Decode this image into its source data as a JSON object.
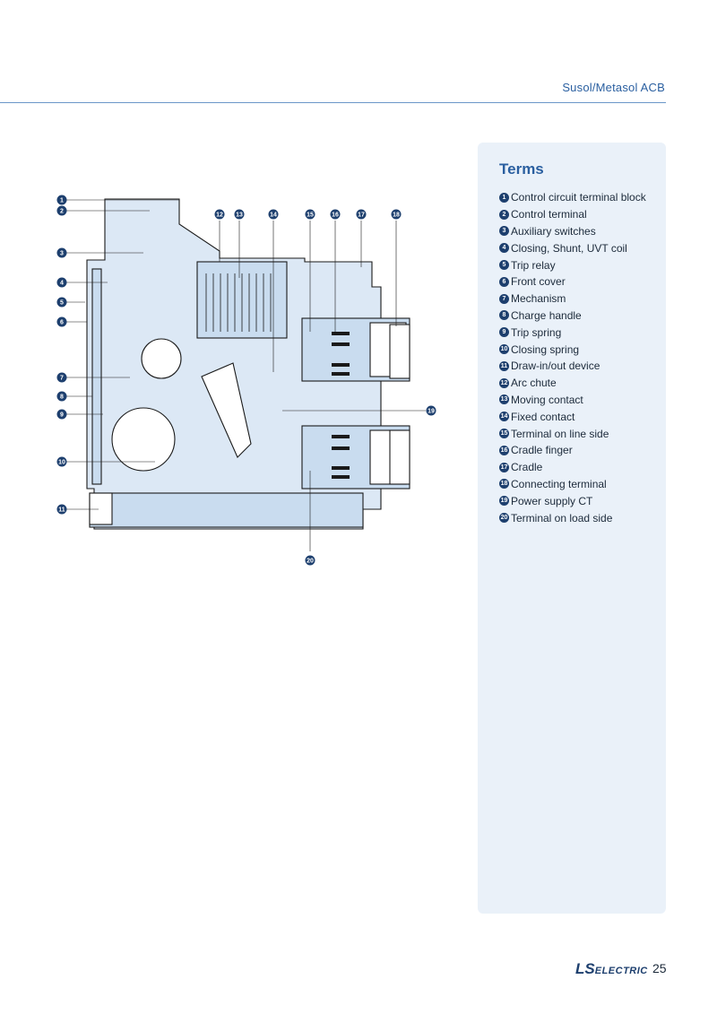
{
  "header": {
    "title": "Susol/Metasol ACB"
  },
  "terms": {
    "title": "Terms",
    "items": [
      {
        "num": "1",
        "label": "Control circuit terminal block"
      },
      {
        "num": "2",
        "label": "Control terminal"
      },
      {
        "num": "3",
        "label": "Auxiliary switches"
      },
      {
        "num": "4",
        "label": "Closing, Shunt, UVT coil"
      },
      {
        "num": "5",
        "label": "Trip relay"
      },
      {
        "num": "6",
        "label": "Front cover"
      },
      {
        "num": "7",
        "label": "Mechanism"
      },
      {
        "num": "8",
        "label": "Charge handle"
      },
      {
        "num": "9",
        "label": "Trip spring"
      },
      {
        "num": "10",
        "label": "Closing spring"
      },
      {
        "num": "11",
        "label": "Draw-in/out device"
      },
      {
        "num": "12",
        "label": "Arc chute"
      },
      {
        "num": "13",
        "label": "Moving contact"
      },
      {
        "num": "14",
        "label": "Fixed contact"
      },
      {
        "num": "15",
        "label": "Terminal on line side"
      },
      {
        "num": "16",
        "label": "Cradle finger"
      },
      {
        "num": "17",
        "label": "Cradle"
      },
      {
        "num": "18",
        "label": "Connecting terminal"
      },
      {
        "num": "19",
        "label": "Power supply CT"
      },
      {
        "num": "20",
        "label": "Terminal on load side"
      }
    ]
  },
  "diagram": {
    "callouts": [
      "1",
      "2",
      "3",
      "4",
      "5",
      "6",
      "7",
      "8",
      "9",
      "10",
      "11",
      "12",
      "13",
      "14",
      "15",
      "16",
      "17",
      "18",
      "19",
      "20"
    ]
  },
  "footer": {
    "logo_ls": "LS",
    "logo_electric": "ELECTRIC",
    "page_number": "25"
  },
  "colors": {
    "accent": "#2a5fa0",
    "panel": "#eaf1f9",
    "callout": "#1d3f6e",
    "logo_red": "#e2231a"
  }
}
